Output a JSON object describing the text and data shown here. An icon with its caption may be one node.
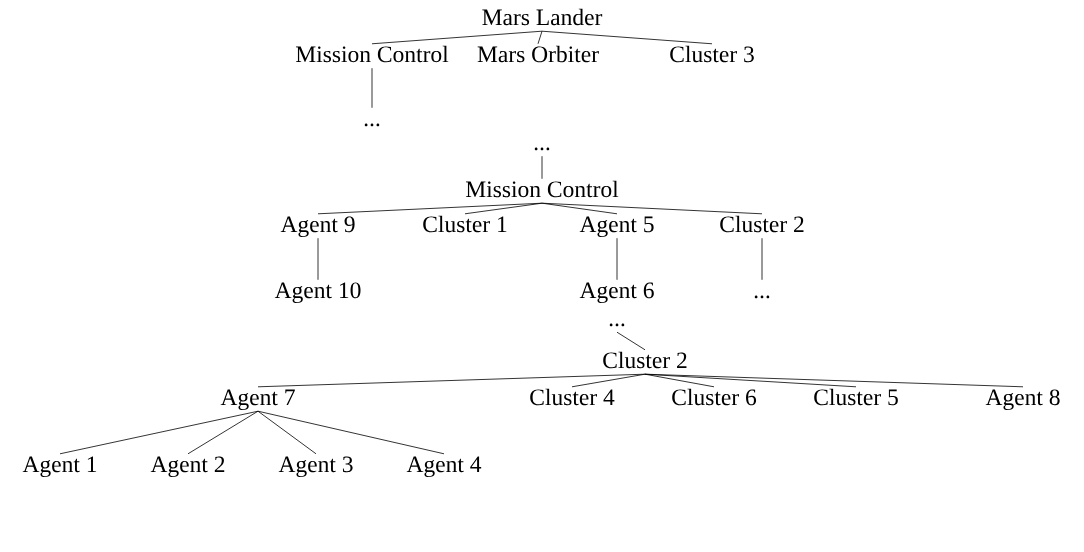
{
  "diagram": {
    "nodes": [
      {
        "text": [
          "Mars Lander"
        ]
      },
      {
        "text": [
          "Mission Control"
        ]
      },
      {
        "text": [
          "Mars Orbiter"
        ]
      },
      {
        "text": [
          "Cluster 3"
        ]
      },
      {
        "text": [
          "..."
        ]
      },
      {
        "text": [
          "..."
        ]
      },
      {
        "text": [
          "Mission Control"
        ]
      },
      {
        "text": [
          "Agent 9"
        ]
      },
      {
        "text": [
          "Cluster 1"
        ]
      },
      {
        "text": [
          "Agent 5"
        ]
      },
      {
        "text": [
          "Cluster 2"
        ]
      },
      {
        "text": [
          "Agent 10"
        ]
      },
      {
        "text": [
          "Agent 6"
        ]
      },
      {
        "text": [
          "..."
        ]
      },
      {
        "text": [
          "..."
        ]
      },
      {
        "text": [
          "Cluster 2"
        ]
      },
      {
        "text": [
          "Agent 7"
        ]
      },
      {
        "text": [
          "Cluster 4"
        ]
      },
      {
        "text": [
          "Cluster 6"
        ]
      },
      {
        "text": [
          "Cluster 5"
        ]
      },
      {
        "text": [
          "Agent 8"
        ]
      },
      {
        "text": [
          "Agent 1"
        ]
      },
      {
        "text": [
          "Agent 2"
        ]
      },
      {
        "text": [
          "Agent 3"
        ]
      },
      {
        "text": [
          "Agent 4"
        ]
      }
    ],
    "edges": [
      {
        "from": 0,
        "to": 1,
        "arrow": "none"
      },
      {
        "from": 0,
        "to": 2,
        "arrow": "none"
      },
      {
        "from": 0,
        "to": 3,
        "arrow": "none"
      },
      {
        "from": 1,
        "to": 4,
        "arrow": "none"
      },
      {
        "from": 5,
        "to": 6,
        "arrow": "none"
      },
      {
        "from": 6,
        "to": 7,
        "arrow": "none"
      },
      {
        "from": 6,
        "to": 8,
        "arrow": "none"
      },
      {
        "from": 6,
        "to": 9,
        "arrow": "none"
      },
      {
        "from": 6,
        "to": 10,
        "arrow": "none"
      },
      {
        "from": 7,
        "to": 11,
        "arrow": "none"
      },
      {
        "from": 9,
        "to": 12,
        "arrow": "none"
      },
      {
        "from": 10,
        "to": 13,
        "arrow": "none"
      },
      {
        "from": 14,
        "to": 15,
        "arrow": "none"
      },
      {
        "from": 15,
        "to": 16,
        "arrow": "none"
      },
      {
        "from": 15,
        "to": 17,
        "arrow": "none"
      },
      {
        "from": 15,
        "to": 18,
        "arrow": "none"
      },
      {
        "from": 15,
        "to": 19,
        "arrow": "none"
      },
      {
        "from": 15,
        "to": 20,
        "arrow": "none"
      },
      {
        "from": 16,
        "to": 21,
        "arrow": "none"
      },
      {
        "from": 16,
        "to": 22,
        "arrow": "none"
      },
      {
        "from": 16,
        "to": 23,
        "arrow": "none"
      },
      {
        "from": 16,
        "to": 24,
        "arrow": "none"
      }
    ]
  }
}
